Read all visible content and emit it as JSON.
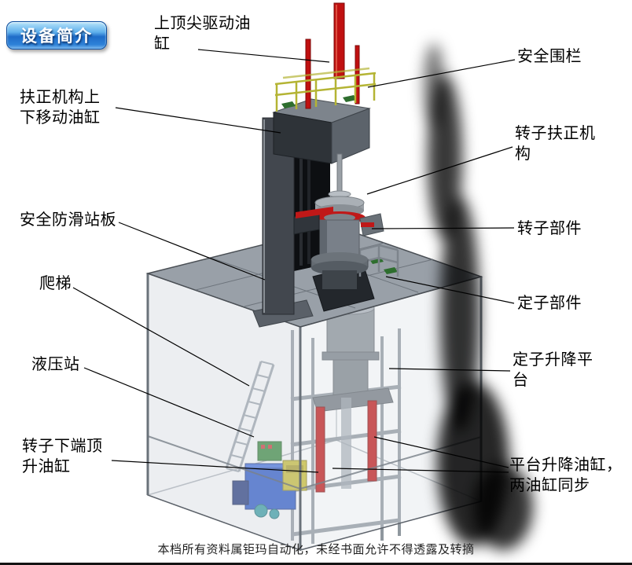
{
  "badge": {
    "label": "设备简介"
  },
  "callouts": {
    "top_center_cylinder": "上顶尖驱动油\n缸",
    "safety_fence": "安全围栏",
    "centering_move_cylinder": "扶正机构上\n下移动油缸",
    "rotor_centering_mechanism": "转子扶正机\n构",
    "anti_slip_platform": "安全防滑站板",
    "rotor_parts": "转子部件",
    "ladder": "爬梯",
    "stator_parts": "定子部件",
    "hydraulic_station": "液压站",
    "stator_lift_platform": "定子升降平\n台",
    "rotor_bottom_jack_cylinder": "转子下端顶\n升油缸",
    "platform_lift_cylinders": "平台升降油缸，\n两油缸同步"
  },
  "footer": {
    "text": "本档所有资料属钜玛自动化，未经书面允许不得透露及转摘"
  },
  "colors": {
    "badge_blue": "#1e6cc8",
    "cylinder_red": "#c01010",
    "railing_yellow": "#b4b434",
    "hydraulic_blue": "#2050c8",
    "pad_green": "#2e6e2e",
    "structure_gray": "#8a9199"
  }
}
